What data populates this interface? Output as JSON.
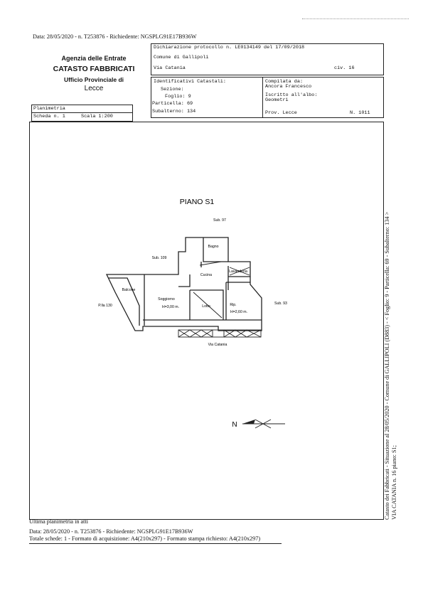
{
  "header": {
    "request_line": "Data: 28/05/2020 - n. T253876 - Richiedente: NGSPLG91E17B936W"
  },
  "agency": {
    "name": "Agenzia delle Entrate",
    "dept": "CATASTO FABBRICATI",
    "office": "Ufficio Provinciale di",
    "city": "Lecce"
  },
  "declaration": {
    "protocol": "Dichiarazione protocollo n. LE0134149 del 17/09/2018",
    "comune": "Comune di Gallipoli",
    "street": "Via Catania",
    "civico": "civ. 16"
  },
  "identifiers": {
    "title": "Identificativi Catastali:",
    "sezione": "Sezione:",
    "foglio": "Foglio: 9",
    "particella": "Particella: 69",
    "subalterno": "Subalterno: 134"
  },
  "compiler": {
    "label": "Compilata da:",
    "name": "Ancora Francesco",
    "albo_label": "Iscritto all'albo:",
    "albo": "Geometri",
    "prov": "Prov. Lecce",
    "number": "N. 1011"
  },
  "planimetria": {
    "title": "Planimetria",
    "scheda": "Scheda n. 1",
    "scala": "Scala 1:200"
  },
  "plan": {
    "title": "PIANO S1",
    "labels": {
      "sub97": "Sub. 97",
      "sub109": "Sub. 109",
      "sub93": "Sub. 93",
      "pta": "P.lla 130",
      "bagno": "Bagno",
      "cucina": "Cucina",
      "lavanderia": "Lavanderia",
      "balcone": "Balcone",
      "soggiorno": "Soggiorno",
      "h1": "H=3,00 m.",
      "lotto": "Lotto",
      "rip": "Rip.",
      "h2": "H=2,60 m.",
      "street": "Via Catania"
    },
    "north": "N"
  },
  "side_text": {
    "line1": "Catasto dei Fabbricati - Situazione al 28/05/2020 - Comune di GALLIPOLI (D883) - < Foglio: 9 - Particella: 69 - Subalterno: 134 >",
    "line2": "VIA CATANIA n. 16 piano: S1;"
  },
  "footer": {
    "last": "Ultima planimetria in atti",
    "request_line": "Data: 28/05/2020 - n. T253876 - Richiedente: NGSPLG91E17B936W",
    "totals": "Totale schede: 1 - Formato di acquisizione: A4(210x297) - Formato stampa richiesto: A4(210x297)"
  }
}
